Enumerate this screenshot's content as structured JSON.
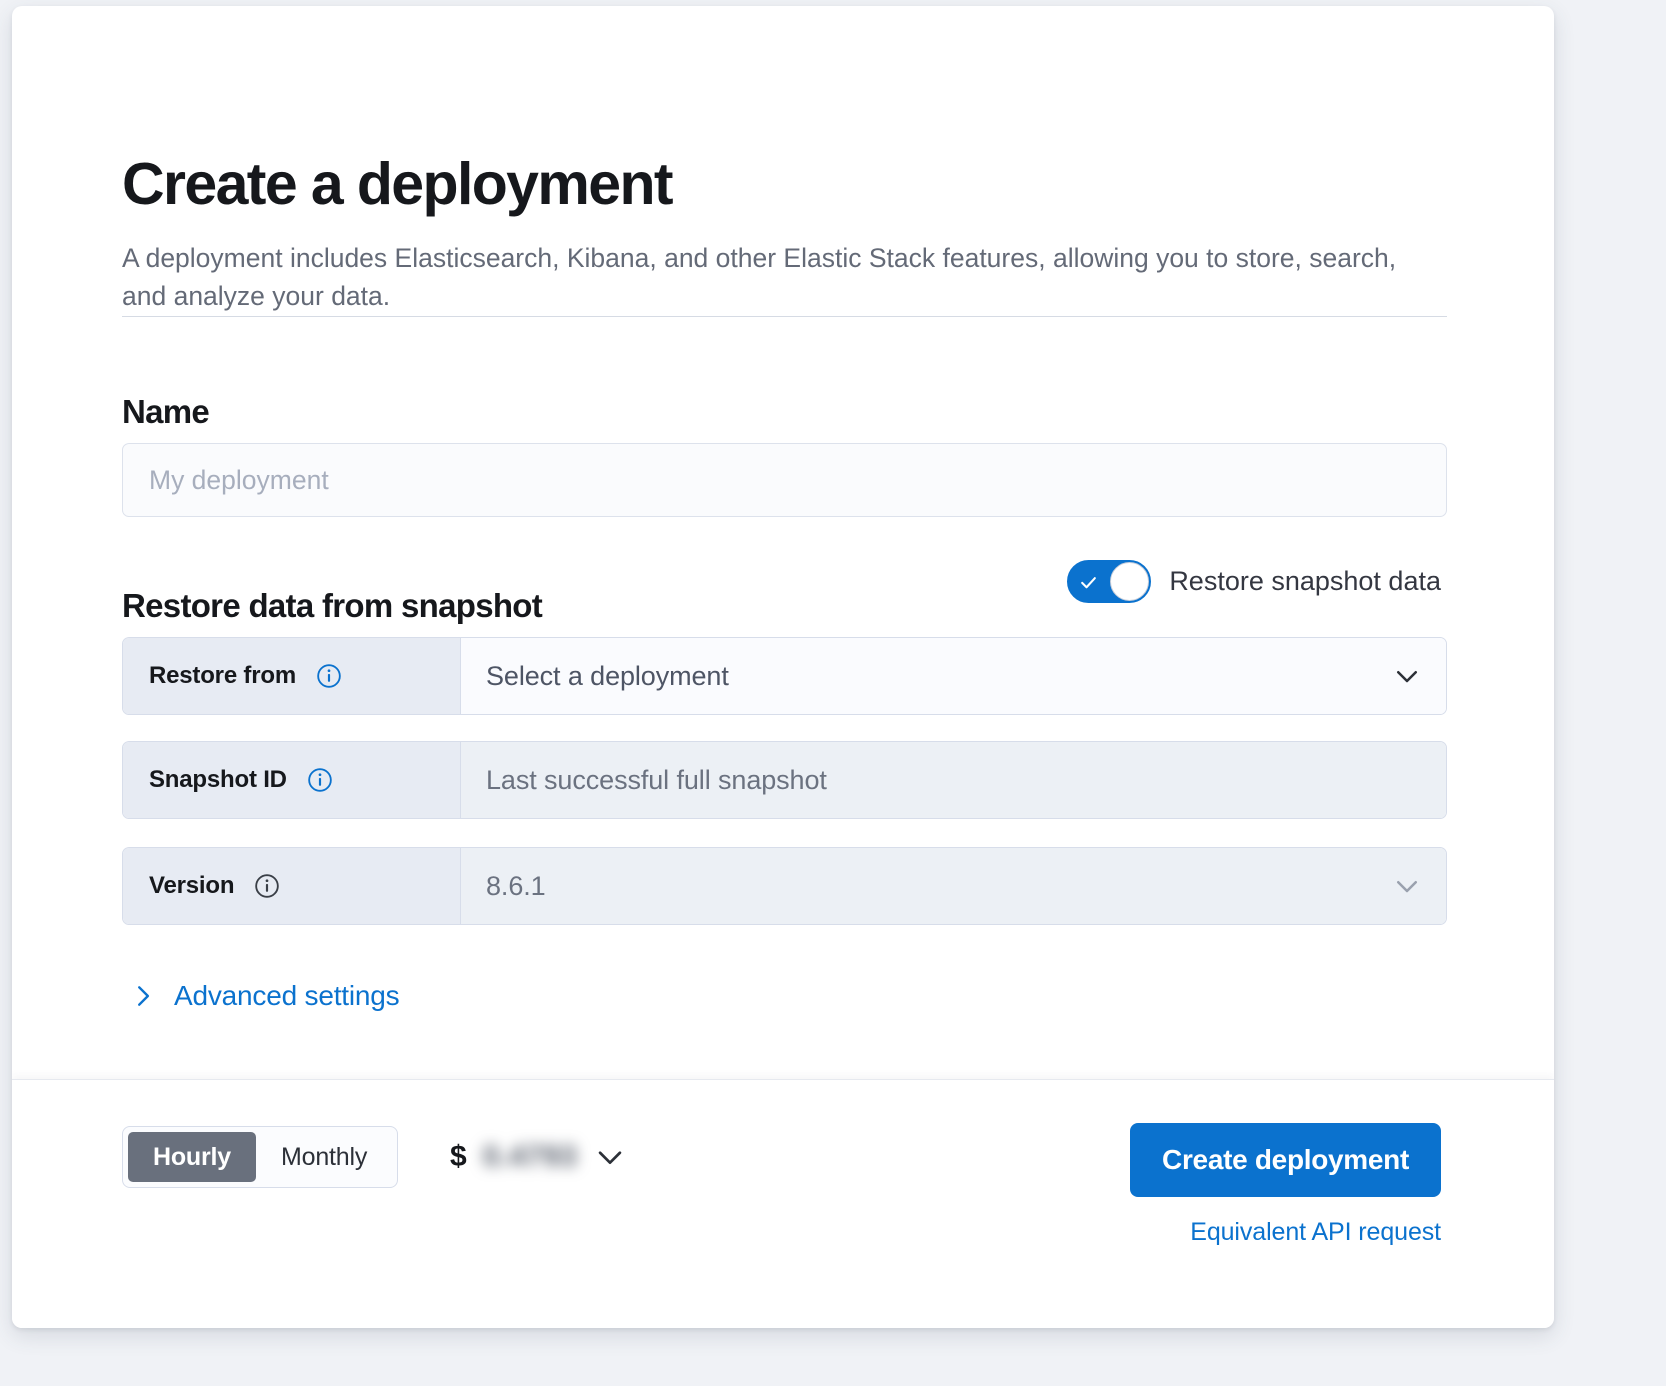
{
  "page": {
    "title": "Create a deployment",
    "description": "A deployment includes Elasticsearch, Kibana, and other Elastic Stack features, allowing you to store, search, and analyze your data."
  },
  "name_section": {
    "heading": "Name",
    "input_value": "",
    "input_placeholder": "My deployment"
  },
  "restore_section": {
    "heading": "Restore data from snapshot",
    "toggle_label": "Restore snapshot data",
    "toggle_on": true,
    "rows": [
      {
        "label": "Restore from",
        "value": "Select a deployment",
        "info_icon": "info-icon",
        "info_icon_color": "#0B72CE",
        "control": "select",
        "disabled": false
      },
      {
        "label": "Snapshot ID",
        "value": "Last successful full snapshot",
        "info_icon": "info-icon",
        "info_icon_color": "#0B72CE",
        "control": "text",
        "disabled": true
      },
      {
        "label": "Version",
        "value": "8.6.1",
        "info_icon": "info-icon",
        "info_icon_color": "#3A3F47",
        "control": "select",
        "disabled": true
      }
    ],
    "advanced_settings_label": "Advanced settings",
    "advanced_settings_icon": "chevron-right-icon"
  },
  "footer": {
    "billing_options": [
      "Hourly",
      "Monthly"
    ],
    "billing_selected": "Hourly",
    "price_currency": "$",
    "price_amount": "0.4793",
    "price_chevron_icon": "chevron-down-icon",
    "create_button_label": "Create deployment",
    "api_link_label": "Equivalent API request"
  },
  "colors": {
    "accent_blue": "#0B72CE",
    "label_bg": "#E7EBF3",
    "disabled_bg": "#ECF0F5",
    "enabled_bg": "#FAFBFE",
    "segment_active": "#69707D",
    "text_primary": "#16181C",
    "text_muted": "#646A77"
  }
}
